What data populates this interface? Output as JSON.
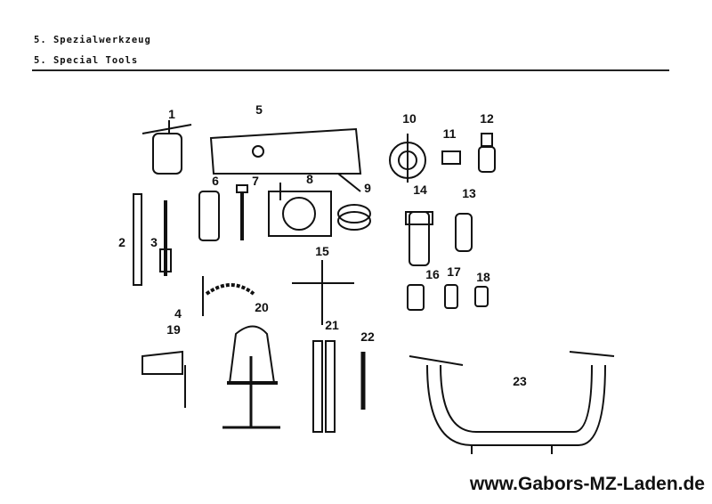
{
  "header": {
    "title_de": "5. Spezialwerkzeug",
    "title_en": "5. Special Tools"
  },
  "labels": [
    "1",
    "2",
    "3",
    "4",
    "5",
    "6",
    "7",
    "8",
    "9",
    "10",
    "11",
    "12",
    "13",
    "14",
    "15",
    "16",
    "17",
    "18",
    "19",
    "20",
    "21",
    "22",
    "23"
  ],
  "footer": "www.Gabors-MZ-Laden.de"
}
